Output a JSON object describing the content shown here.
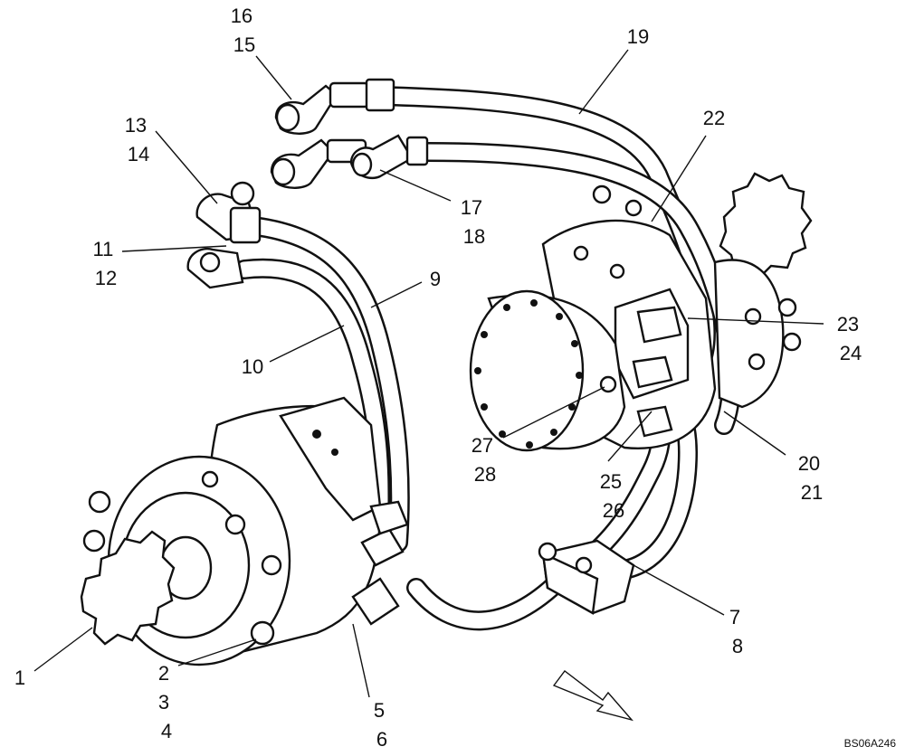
{
  "diagram": {
    "callouts": [
      {
        "id": "c1",
        "lines": [
          "1"
        ]
      },
      {
        "id": "c2",
        "lines": [
          "2",
          "3",
          "4"
        ]
      },
      {
        "id": "c5",
        "lines": [
          "5",
          "6"
        ]
      },
      {
        "id": "c7",
        "lines": [
          "7",
          "8"
        ]
      },
      {
        "id": "c9",
        "lines": [
          "9"
        ]
      },
      {
        "id": "c10",
        "lines": [
          "10"
        ]
      },
      {
        "id": "c11",
        "lines": [
          "11",
          "12"
        ]
      },
      {
        "id": "c13",
        "lines": [
          "13",
          "14"
        ]
      },
      {
        "id": "c15",
        "lines": [
          "16",
          "15"
        ]
      },
      {
        "id": "c17",
        "lines": [
          "17",
          "18"
        ]
      },
      {
        "id": "c19",
        "lines": [
          "19"
        ]
      },
      {
        "id": "c20",
        "lines": [
          "20",
          "21"
        ]
      },
      {
        "id": "c22",
        "lines": [
          "22"
        ]
      },
      {
        "id": "c23",
        "lines": [
          "23",
          "24"
        ]
      },
      {
        "id": "c25",
        "lines": [
          "25",
          "26"
        ]
      },
      {
        "id": "c27",
        "lines": [
          "27",
          "28"
        ]
      }
    ],
    "reference_code": "BS06A246"
  }
}
